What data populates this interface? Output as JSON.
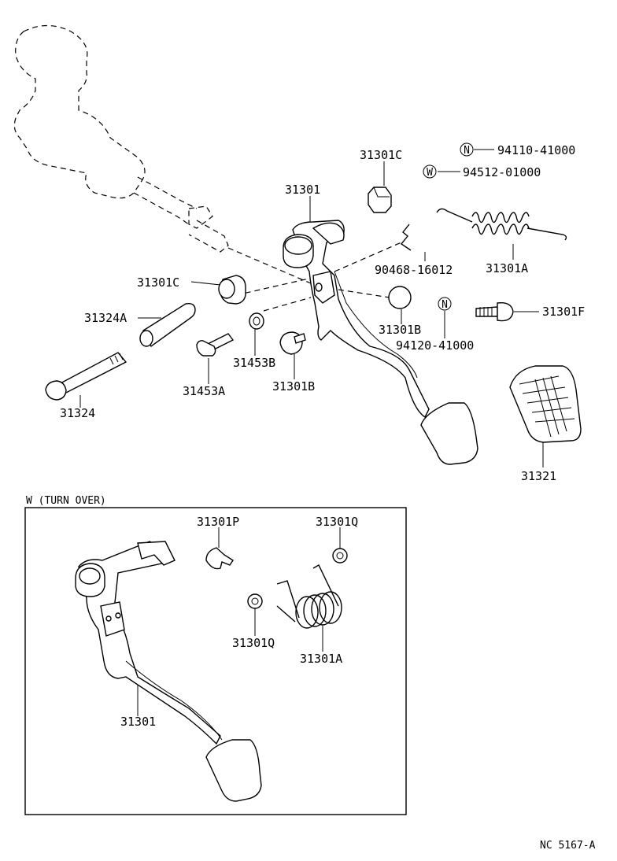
{
  "diagram": {
    "labels": {
      "p31301C_top": "31301C",
      "p94110": "94110-41000",
      "p94512": "94512-01000",
      "sym_N": "N",
      "sym_W": "W",
      "p31301": "31301",
      "p90468": "90468-16012",
      "p31301A": "31301A",
      "p31301C_left": "31301C",
      "p31324A": "31324A",
      "p31301B_r": "31301B",
      "p31301F": "31301F",
      "p94120": "94120-41000",
      "p31453B": "31453B",
      "p31453A": "31453A",
      "p31301B_b": "31301B",
      "p31324": "31324",
      "p31321": "31321",
      "inset_title": "W (TURN OVER)",
      "p31301P": "31301P",
      "p31301Q_top": "31301Q",
      "p31301Q_mid": "31301Q",
      "p31301A_inset": "31301A",
      "p31301_inset": "31301",
      "ref_code": "NC  5167-A"
    }
  }
}
